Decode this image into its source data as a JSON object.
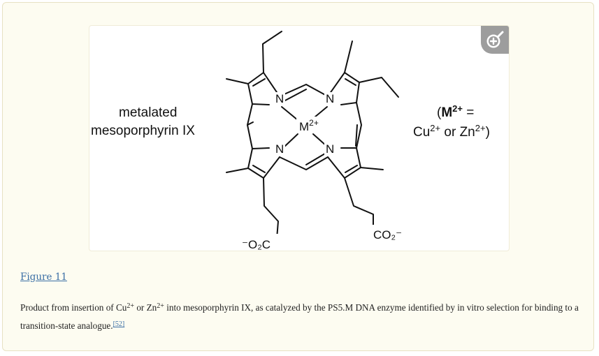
{
  "figure": {
    "link_label": "Figure 11",
    "zoom_icon": "zoom-in-icon",
    "image": {
      "left_label_line1": "metalated",
      "left_label_line2": "mesoporphyrin IX",
      "right_label_line1_open": "(",
      "right_label_line1_metal": "M",
      "right_label_line1_charge": "2+",
      "right_label_line1_eq": " =",
      "right_label_line2_cu": "Cu",
      "right_label_line2_cu_charge": "2+",
      "right_label_line2_or": " or Zn",
      "right_label_line2_zn_charge": "2+",
      "right_label_line2_close": ")",
      "metal_symbol": "M",
      "metal_charge": "2+",
      "nitrogen": "N",
      "carboxylate_left": "⁻O₂C",
      "carboxylate_right": "CO₂⁻"
    },
    "caption": {
      "part1": "Product from insertion of Cu",
      "sup1": "2+",
      "part2": " or Zn",
      "sup2": "2+",
      "part3": " into mesoporphyrin IX, as catalyzed by the PS5.M DNA enzyme identified by in vitro selection for binding to a transition-state analogue.",
      "ref": "[52]"
    }
  }
}
